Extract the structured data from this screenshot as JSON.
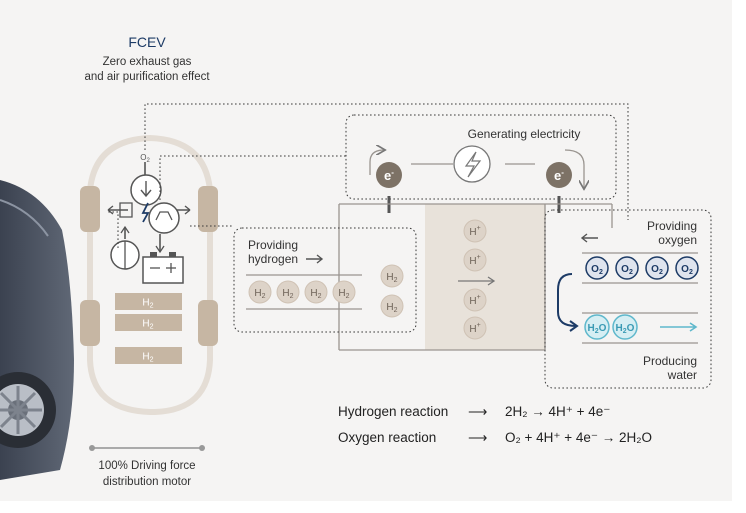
{
  "header": {
    "title": "FCEV",
    "subtitle_line1": "Zero exhaust gas",
    "subtitle_line2": "and air purification effect"
  },
  "diagram": {
    "generating_label": "Generating electricity",
    "electron": "e",
    "electron_sup": "-",
    "providing_hydrogen_1": "Providing",
    "providing_hydrogen_2": "hydrogen",
    "providing_oxygen_1": "Providing",
    "providing_oxygen_2": "oxygen",
    "producing_water_1": "Producing",
    "producing_water_2": "water",
    "h2": "H",
    "h2_sub": "2",
    "hplus": "H",
    "hplus_sup": "+",
    "o2": "O",
    "o2_sub": "2",
    "h2o_a": "H",
    "h2o_sub": "2",
    "h2o_b": "O",
    "o2_small": "O",
    "o2_small_sub": "2",
    "car_tank_label": "H",
    "car_tank_sub": "2"
  },
  "reactions": {
    "hydrogen_label": "Hydrogen reaction",
    "hydrogen_eq": "2H₂ → 4H⁺ + 4e⁻",
    "oxygen_label": "Oxygen reaction",
    "oxygen_eq": "O₂ + 4H⁺ + 4e⁻ → 2H₂O"
  },
  "motor": {
    "line1": "100% Driving force",
    "line2": "distribution motor"
  },
  "colors": {
    "title": "#1d3b66",
    "accent_blue": "#1d3b66",
    "water": "#5fb8cc",
    "tank": "#c6b6a3",
    "membrane": "#e8e2da",
    "background": "#f5f4f3"
  }
}
